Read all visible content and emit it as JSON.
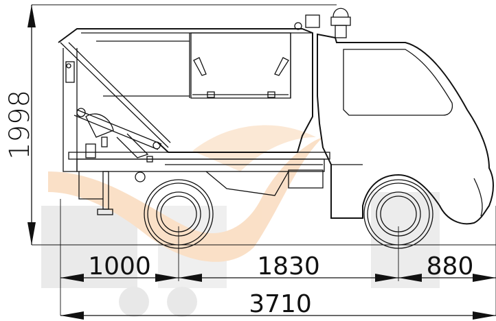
{
  "dimensions": {
    "height": "1998",
    "rear_overhang": "1000",
    "wheelbase": "1830",
    "front_overhang": "880",
    "overall_length": "3710"
  },
  "colors": {
    "line": "#111111",
    "watermark_grey": "#d9d9d9",
    "watermark_orange": "#f6c79a"
  }
}
